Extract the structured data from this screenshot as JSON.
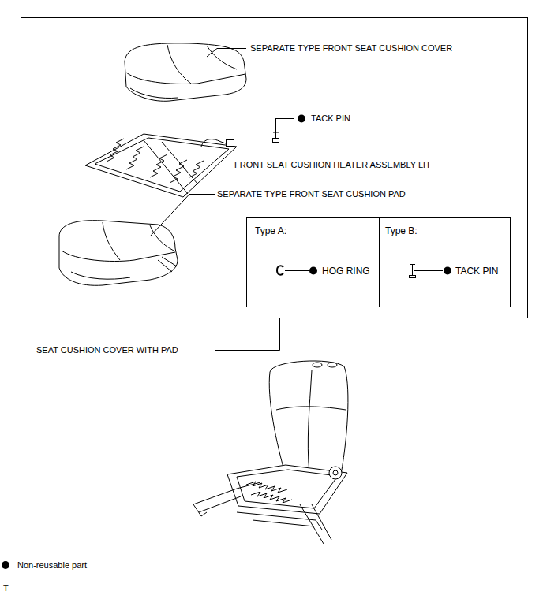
{
  "diagram": {
    "nodes": [
      {
        "text": [
          "Type A:",
          "HOG RING"
        ]
      },
      {
        "text": [
          "Type B:",
          "TACK PIN"
        ]
      }
    ],
    "labels": [
      "SEPARATE TYPE FRONT SEAT CUSHION COVER",
      "TACK PIN",
      "FRONT SEAT CUSHION HEATER ASSEMBLY LH",
      "SEPARATE TYPE FRONT SEAT CUSHION PAD",
      "SEAT CUSHION COVER WITH PAD",
      "T"
    ],
    "legend": [
      {
        "text": "Non-reusable part"
      }
    ]
  }
}
